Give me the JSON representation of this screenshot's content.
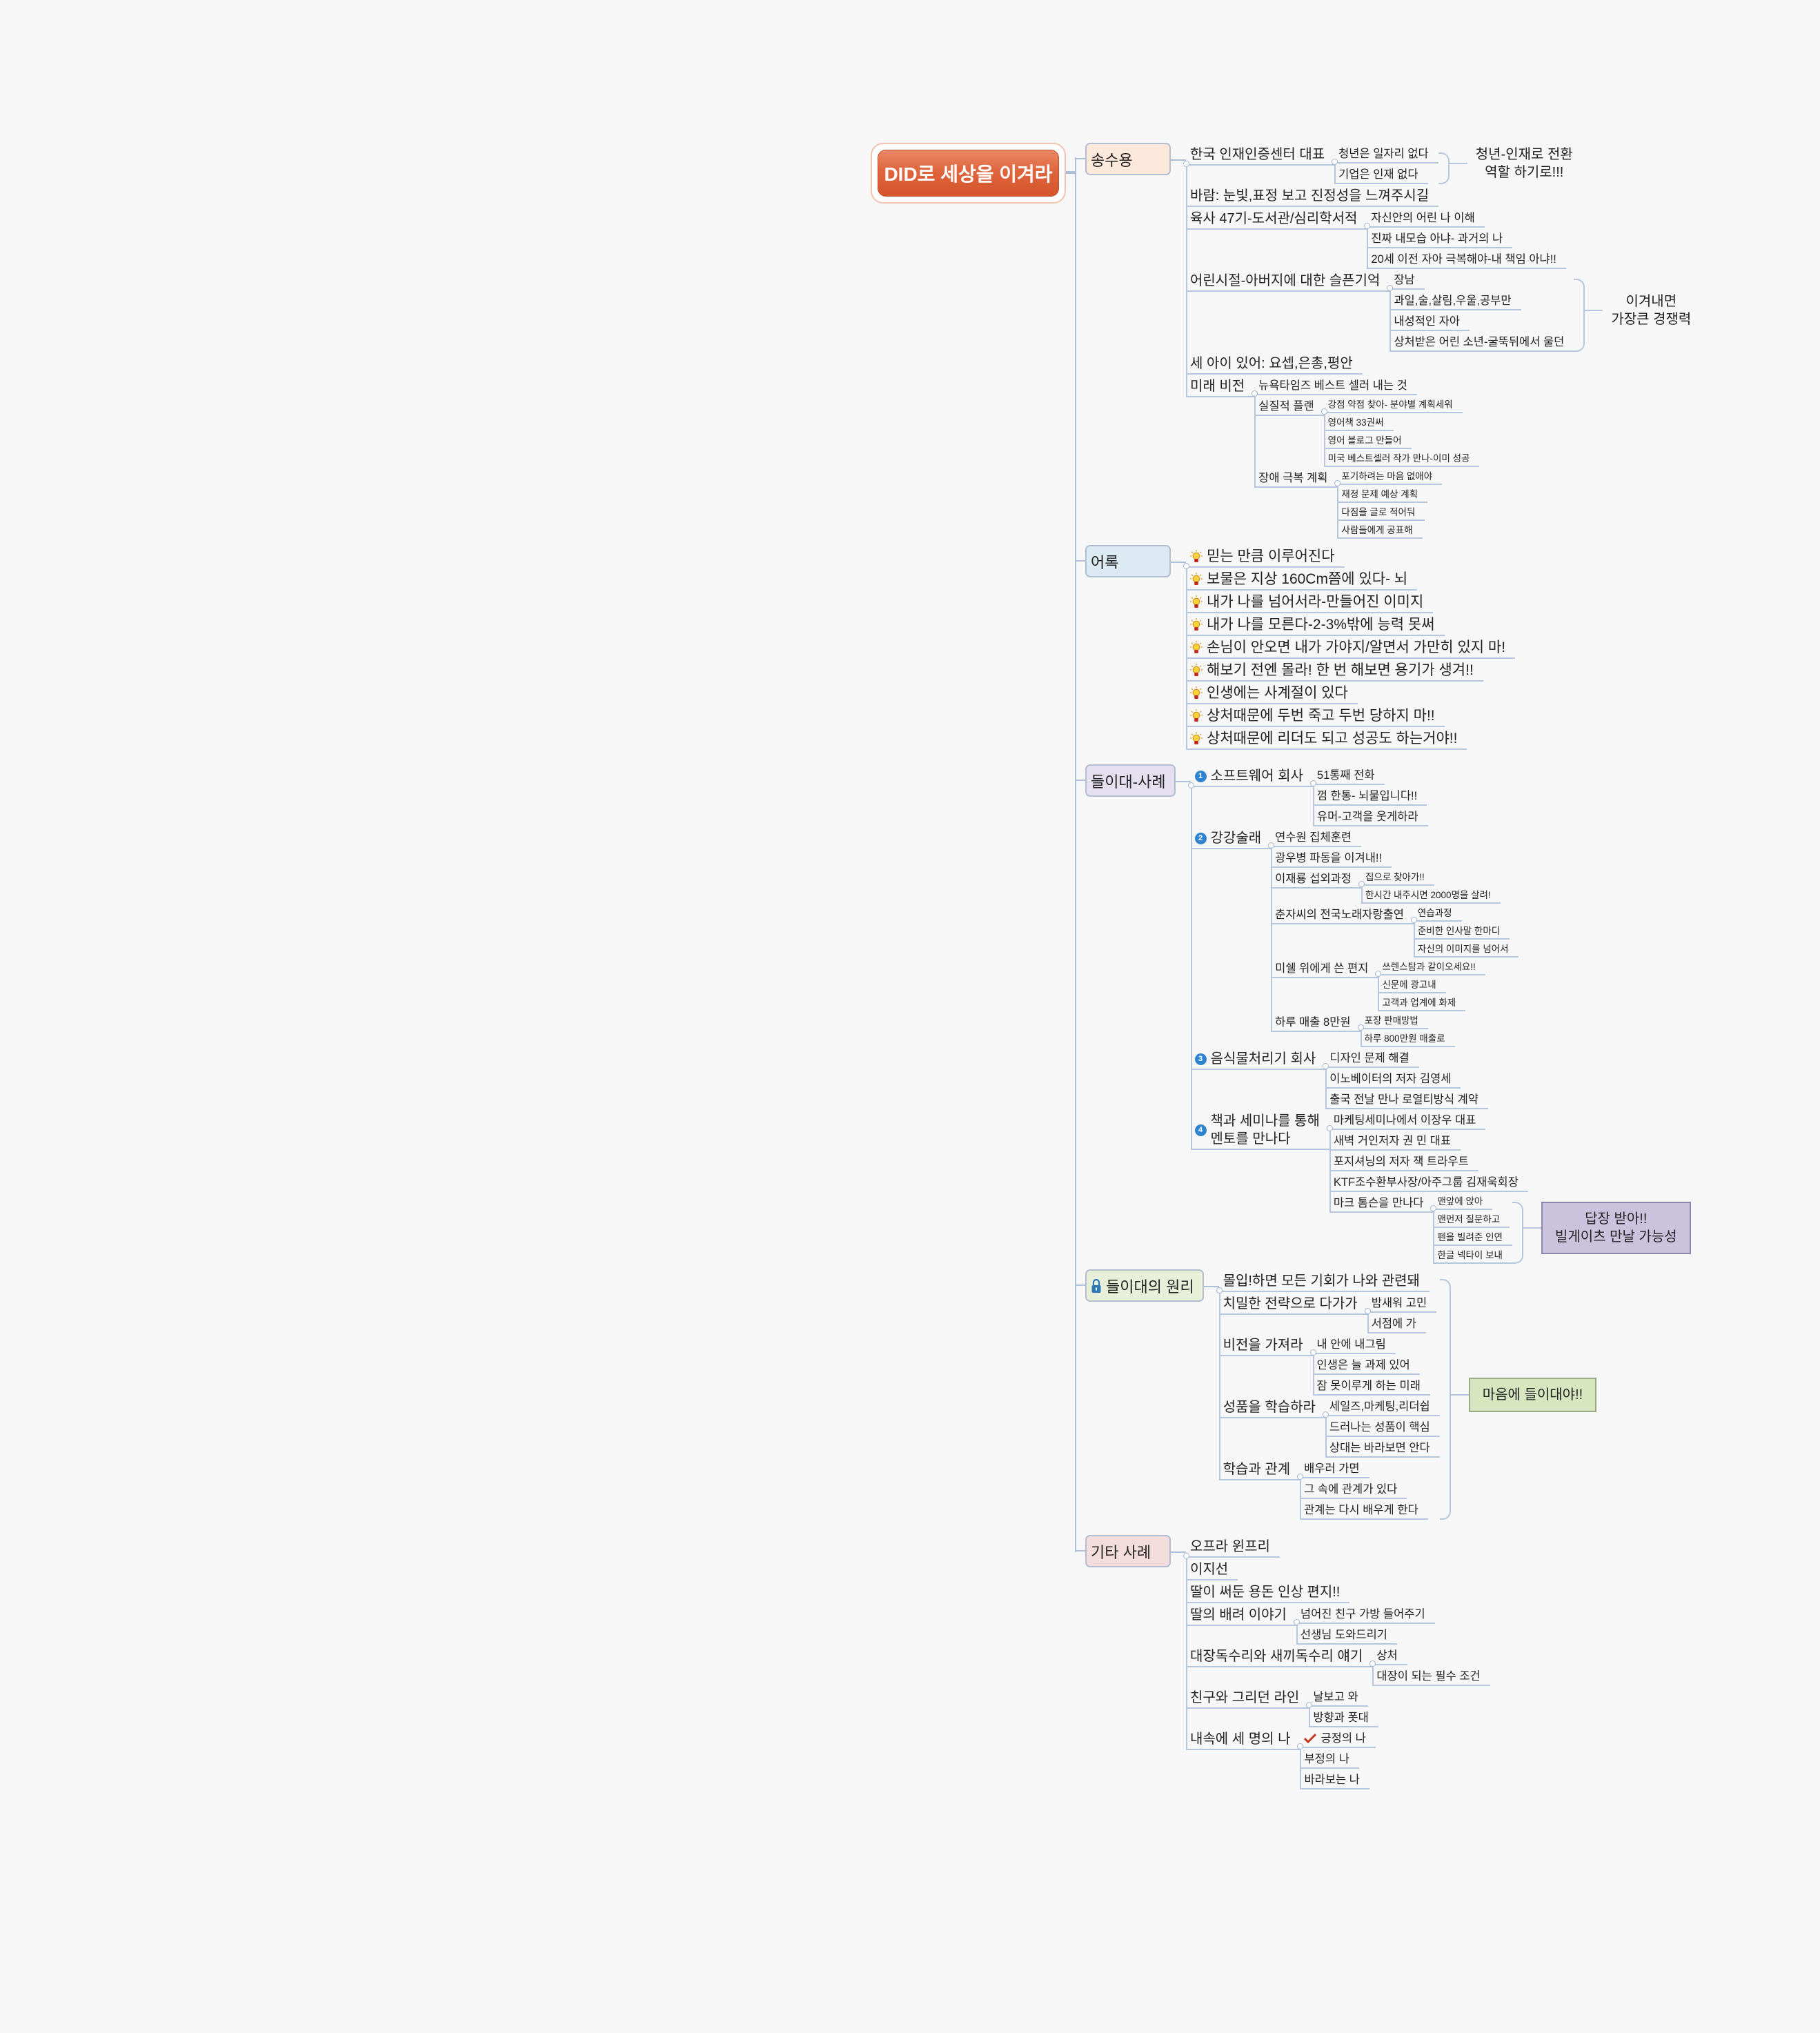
{
  "root": {
    "title": "DID로 세상을 이겨라"
  },
  "colors": {
    "accent": "#e0653d",
    "line": "#b5c6dd"
  },
  "topics": [
    {
      "label": "송수용",
      "bg": "#fde9dc",
      "top": 0,
      "children": [
        {
          "label": "한국 인재인증센터 대표",
          "summary": {
            "text": "청년-인재로 전환\n역할 하기로!!!",
            "style": "plain"
          },
          "children": [
            {
              "label": "청년은 일자리 없다"
            },
            {
              "label": "기업은 인재 없다"
            }
          ]
        },
        {
          "label": "바람: 눈빛,표정 보고 진정성을 느껴주시길"
        },
        {
          "label": "육사 47기-도서관/심리학서적",
          "children": [
            {
              "label": "자신안의 어린 나 이해"
            },
            {
              "label": "진짜 내모습 아냐- 과거의 나"
            },
            {
              "label": "20세 이전 자아 극복해야-내 책임 아냐!!"
            }
          ]
        },
        {
          "label": "어린시절-아버지에 대한 슬픈기억",
          "summary": {
            "text": "이겨내면\n가장큰 경쟁력",
            "style": "plain"
          },
          "children": [
            {
              "label": "장남"
            },
            {
              "label": "과일,술,살림,우울,공부만"
            },
            {
              "label": "내성적인 자아"
            },
            {
              "label": "상처받은 어린 소년-굴뚝뒤에서 울던"
            }
          ]
        },
        {
          "label": "세 아이 있어: 요셉,은총,평안"
        },
        {
          "label": "미래 비전",
          "children": [
            {
              "label": "뉴욕타임즈 베스트 셀러 내는 것"
            },
            {
              "label": "실질적 플랜",
              "children": [
                {
                  "label": "강점 약점 찾아- 분야별 계획세워"
                },
                {
                  "label": "영어책 33권써"
                },
                {
                  "label": "영어 블로그 만들어"
                },
                {
                  "label": "미국 베스트셀러 작가 만나-이미 성공"
                }
              ]
            },
            {
              "label": "장애 극복 계획",
              "children": [
                {
                  "label": "포기하려는 마음 없애야"
                },
                {
                  "label": "재정 문제 예상 계획"
                },
                {
                  "label": "다짐을 글로 적어둬"
                },
                {
                  "label": "사람들에게 공표해"
                }
              ]
            }
          ]
        }
      ]
    },
    {
      "label": "어록",
      "bg": "#dcebf3",
      "quote": true,
      "children": [
        {
          "label": "믿는 만큼 이루어진다",
          "icon": "lightbulb"
        },
        {
          "label": "보물은 지상 160Cm쯤에 있다- 뇌",
          "icon": "lightbulb"
        },
        {
          "label": "내가 나를 넘어서라-만들어진 이미지",
          "icon": "lightbulb"
        },
        {
          "label": "내가 나를 모른다-2-3%밖에 능력 못써",
          "icon": "lightbulb"
        },
        {
          "label": "손님이 안오면 내가 가야지/알면서 가만히 있지 마!",
          "icon": "lightbulb"
        },
        {
          "label": "해보기 전엔 몰라! 한 번 해보면 용기가 생겨!!",
          "icon": "lightbulb"
        },
        {
          "label": "인생에는 사계절이 있다",
          "icon": "lightbulb"
        },
        {
          "label": "상처때문에 두번 죽고 두번 당하지 마!!",
          "icon": "lightbulb"
        },
        {
          "label": "상처때문에 리더도 되고 성공도 하는거야!!",
          "icon": "lightbulb"
        }
      ]
    },
    {
      "label": "들이대-사례",
      "bg": "#e4e0f0",
      "children": [
        {
          "label": "소프트웨어 회사",
          "icon": "number",
          "num": "1",
          "children": [
            {
              "label": "51통째 전화"
            },
            {
              "label": "껌 한통- 뇌물입니다!!"
            },
            {
              "label": "유머-고객을 웃게하라"
            }
          ]
        },
        {
          "label": "강강술래",
          "icon": "number",
          "num": "2",
          "children": [
            {
              "label": "연수원 집체훈련"
            },
            {
              "label": "광우병 파동을 이겨내!!"
            },
            {
              "label": "이재룡 섭외과정",
              "children": [
                {
                  "label": "집으로 찾아가!!"
                },
                {
                  "label": "한시간 내주시면 2000명을 살려!"
                }
              ]
            },
            {
              "label": "춘자씨의 전국노래자랑출연",
              "children": [
                {
                  "label": "연습과정"
                },
                {
                  "label": "준비한 인사말 한마디"
                },
                {
                  "label": "자신의 이미지를 넘어서"
                }
              ]
            },
            {
              "label": "미쉘 위에게 쓴 편지",
              "children": [
                {
                  "label": "쓰렌스탐과 같이오세요!!"
                },
                {
                  "label": "신문에 광고내"
                },
                {
                  "label": "고객과 업계에 화제"
                }
              ]
            },
            {
              "label": "하루 매출 8만원",
              "children": [
                {
                  "label": "포장 판매방법"
                },
                {
                  "label": "하루 800만원 매출로"
                }
              ]
            }
          ]
        },
        {
          "label": "음식물처리기 회사",
          "icon": "number",
          "num": "3",
          "children": [
            {
              "label": "디자인 문제 해결"
            },
            {
              "label": "이노베이터의 저자 김영세"
            },
            {
              "label": "출국 전날 만나 로열티방식 계약"
            }
          ]
        },
        {
          "label": "책과 세미나를 통해\n멘토를 만나다",
          "icon": "number",
          "num": "4",
          "children": [
            {
              "label": "마케팅세미나에서 이장우 대표"
            },
            {
              "label": "새벽 거인저자 권 민 대표"
            },
            {
              "label": "포지셔닝의 저자 잭 트라우트"
            },
            {
              "label": "KTF조수환부사장/아주그룹 김재욱회장"
            },
            {
              "label": "마크 톰슨을 만나다",
              "summary": {
                "text": "답장 받아!!\n빌게이츠 만날 가능성",
                "style": "box"
              },
              "children": [
                {
                  "label": "맨앞에 앉아"
                },
                {
                  "label": "맨먼저 질문하고"
                },
                {
                  "label": "펜을 빌려준 인연"
                },
                {
                  "label": "한글 넥타이 보내"
                }
              ]
            }
          ]
        }
      ]
    },
    {
      "label": "들이대의 원리",
      "bg": "#e8efd9",
      "icon": "lock",
      "summary": {
        "text": "마음에 들이대야!!",
        "style": "box green"
      },
      "children": [
        {
          "label": "몰입!하면 모든 기회가 나와 관련돼"
        },
        {
          "label": "치밀한 전략으로 다가가",
          "children": [
            {
              "label": "밤새워 고민"
            },
            {
              "label": "서점에 가"
            }
          ]
        },
        {
          "label": "비전을 가져라",
          "children": [
            {
              "label": "내 안에 내그림"
            },
            {
              "label": "인생은 늘 과제 있어"
            },
            {
              "label": "잠 못이루게 하는 미래"
            }
          ]
        },
        {
          "label": "성품을 학습하라",
          "children": [
            {
              "label": "세일즈,마케팅,리더쉽"
            },
            {
              "label": "드러나는 성품이 핵심"
            },
            {
              "label": "상대는 바라보면 안다"
            }
          ]
        },
        {
          "label": "학습과 관계",
          "children": [
            {
              "label": "배우러 가면"
            },
            {
              "label": "그 속에 관계가 있다"
            },
            {
              "label": "관계는 다시 배우게 한다"
            }
          ]
        }
      ]
    },
    {
      "label": "기타 사례",
      "bg": "#f3dcdc",
      "children": [
        {
          "label": "오프라 윈프리"
        },
        {
          "label": "이지선"
        },
        {
          "label": "딸이 써둔 용돈 인상 편지!!"
        },
        {
          "label": "딸의 배려 이야기",
          "children": [
            {
              "label": "넘어진 친구 가방 들어주기"
            },
            {
              "label": "선생님 도와드리기"
            }
          ]
        },
        {
          "label": "대장독수리와 새끼독수리 얘기",
          "children": [
            {
              "label": "상처"
            },
            {
              "label": "대장이 되는 필수 조건"
            }
          ]
        },
        {
          "label": "친구와 그리던 라인",
          "children": [
            {
              "label": "날보고 와"
            },
            {
              "label": "방향과 폿대"
            }
          ]
        },
        {
          "label": "내속에 세 명의 나",
          "children": [
            {
              "label": "긍정의 나",
              "icon": "check"
            },
            {
              "label": "부정의 나"
            },
            {
              "label": "바라보는 나"
            }
          ]
        }
      ]
    }
  ]
}
